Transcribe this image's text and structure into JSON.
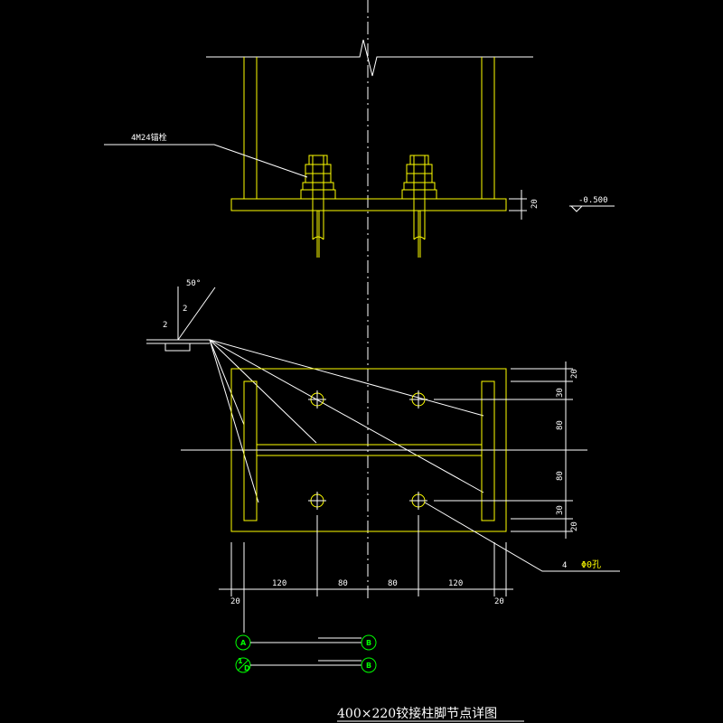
{
  "drawing": {
    "title": "400×220铰接柱脚节点详图",
    "colors": {
      "background": "#000000",
      "line": "#ffffff",
      "member": "#ffff00",
      "grid": "#00ff00"
    },
    "elevation": {
      "bolt_label": "4M24锚栓",
      "plate_thickness": "20",
      "level": "-0.500"
    },
    "weld": {
      "angle": "50°",
      "size_a": "2",
      "size_b": "2"
    },
    "plan": {
      "dims_right": [
        "20",
        "30",
        "80",
        "80",
        "30",
        "20"
      ],
      "dims_bottom": [
        "120",
        "80",
        "80",
        "120"
      ],
      "dim_left_small": "20",
      "dim_right_small": "20",
      "hole_label_num": "4",
      "hole_label": "Φ0孔"
    },
    "axes": [
      {
        "left": "A",
        "right": "B"
      },
      {
        "left_top": "1",
        "left_bottom": "D",
        "right": "B"
      }
    ]
  }
}
